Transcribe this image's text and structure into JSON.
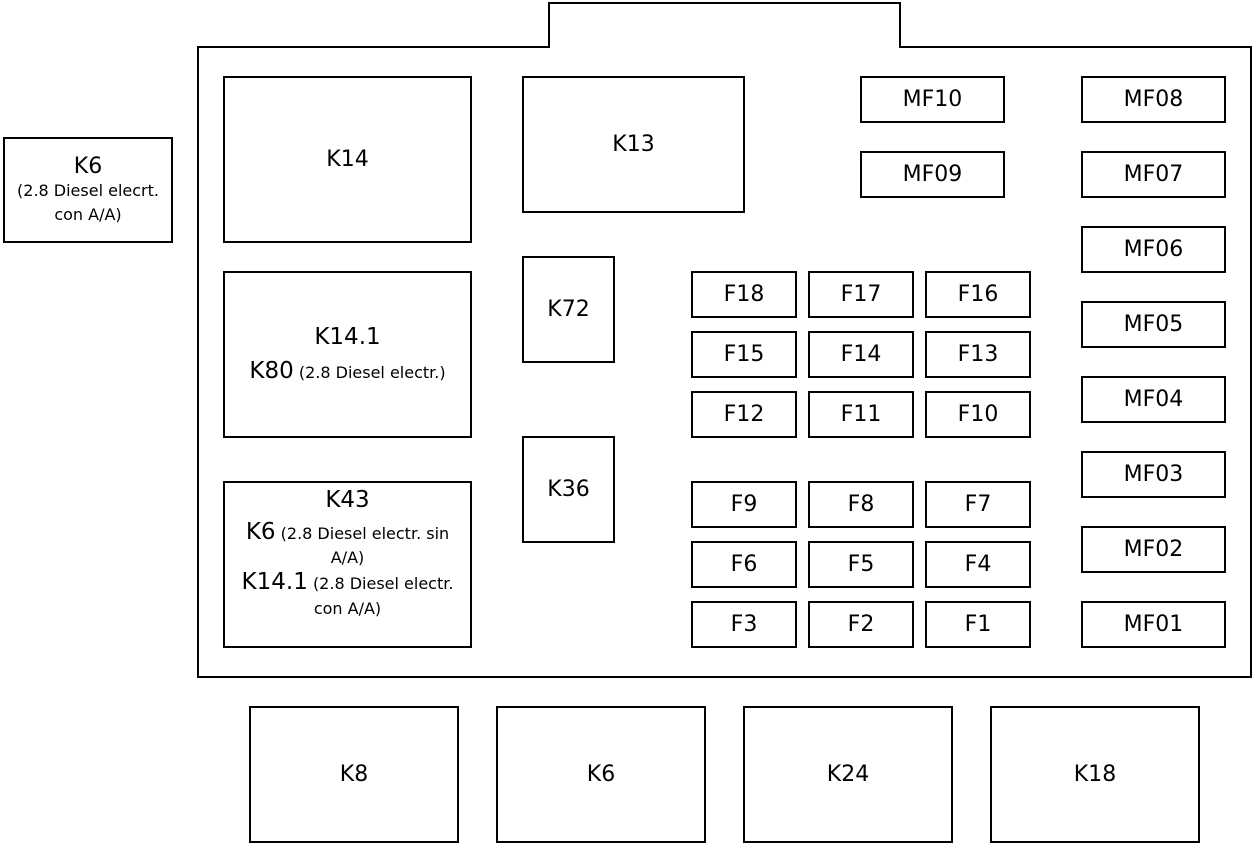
{
  "ext_k6": {
    "label": "K6",
    "note1": "(2.8 Diesel elecrt.",
    "note2": "con A/A)"
  },
  "relays": {
    "k14": "K14",
    "k13": "K13",
    "k72": "K72",
    "k36": "K36",
    "k14_1": {
      "label": "K14.1",
      "k80": "K80",
      "k80_note": "(2.8 Diesel electr.)"
    },
    "k43": {
      "label": "K43",
      "k6": "K6",
      "k6_note": "(2.8 Diesel electr. sin",
      "k6_note2": "A/A)",
      "k14_1": "K14.1",
      "k14_1_note": "(2.8 Diesel electr.",
      "k14_1_note2": "con A/A)"
    }
  },
  "maxi_fuses": [
    "MF10",
    "MF08",
    "MF09",
    "MF07",
    "MF06",
    "MF05",
    "MF04",
    "MF03",
    "MF02",
    "MF01"
  ],
  "fuses": [
    "F18",
    "F17",
    "F16",
    "F15",
    "F14",
    "F13",
    "F12",
    "F11",
    "F10",
    "F9",
    "F8",
    "F7",
    "F6",
    "F5",
    "F4",
    "F3",
    "F2",
    "F1"
  ],
  "bottom_relays": [
    "K8",
    "K6",
    "K24",
    "K18"
  ]
}
